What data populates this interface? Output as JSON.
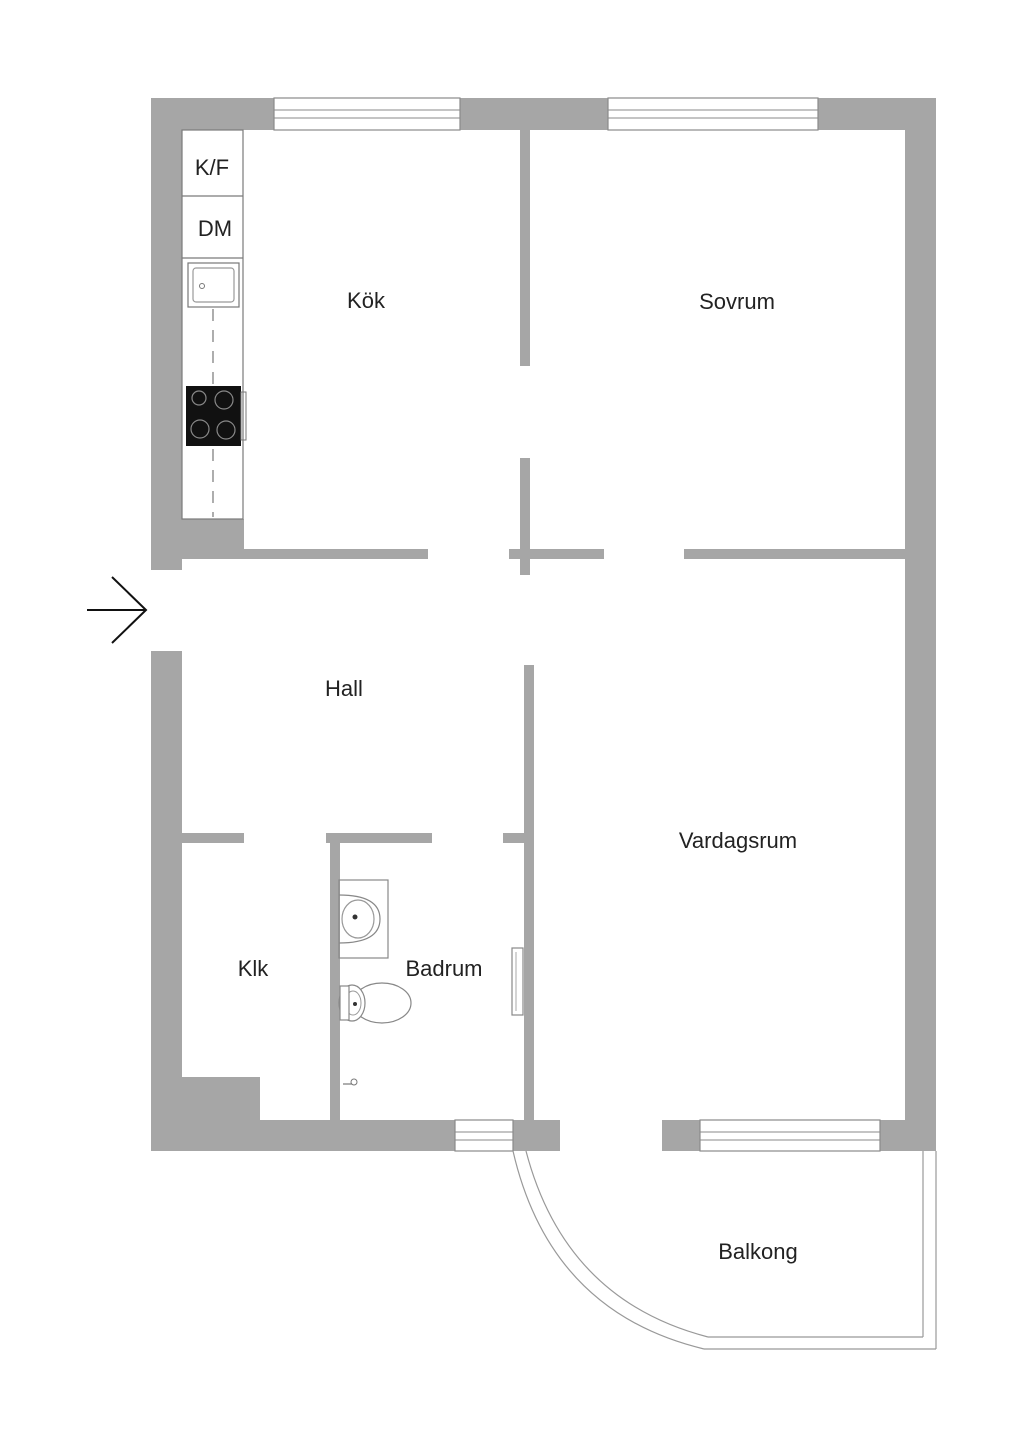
{
  "rooms": {
    "kok": "Kök",
    "sovrum": "Sovrum",
    "hall": "Hall",
    "vardagsrum": "Vardagsrum",
    "klk": "Klk",
    "badrum": "Badrum",
    "balkong": "Balkong"
  },
  "appliances": {
    "kf": "K/F",
    "dm": "DM"
  },
  "icons": [
    "entrance-arrow-icon",
    "sink-icon",
    "stove-icon",
    "washbasin-icon",
    "toilet-icon",
    "shower-icon"
  ],
  "colors": {
    "wall": "#a6a6a6",
    "background": "#ffffff",
    "stove": "#111111"
  }
}
